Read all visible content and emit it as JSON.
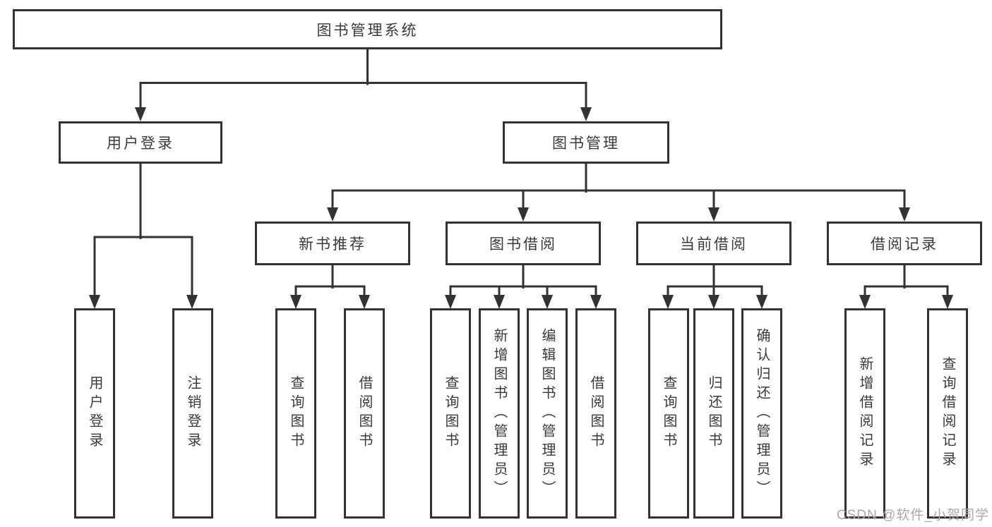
{
  "diagram": {
    "root": "图书管理系统",
    "branches": [
      {
        "label": "用户登录",
        "children": [
          {
            "label": "用户登录"
          },
          {
            "label": "注销登录"
          }
        ]
      },
      {
        "label": "图书管理",
        "children": [
          {
            "label": "新书推荐",
            "children": [
              {
                "label": "查询图书"
              },
              {
                "label": "借阅图书"
              }
            ]
          },
          {
            "label": "图书借阅",
            "children": [
              {
                "label": "查询图书"
              },
              {
                "label": "新增图书（管理员）"
              },
              {
                "label": "编辑图书（管理员）"
              },
              {
                "label": "借阅图书"
              }
            ]
          },
          {
            "label": "当前借阅",
            "children": [
              {
                "label": "查询图书"
              },
              {
                "label": "归还图书"
              },
              {
                "label": "确认归还（管理员）"
              }
            ]
          },
          {
            "label": "借阅记录",
            "children": [
              {
                "label": "新增借阅记录"
              },
              {
                "label": "查询借阅记录"
              }
            ]
          }
        ]
      }
    ]
  },
  "watermark": {
    "text": "CSDN @软件_小贺同学"
  },
  "colors": {
    "line": "#333333",
    "text": "#3a3a3a",
    "watermark": "#a9a9a9",
    "background": "#ffffff"
  }
}
